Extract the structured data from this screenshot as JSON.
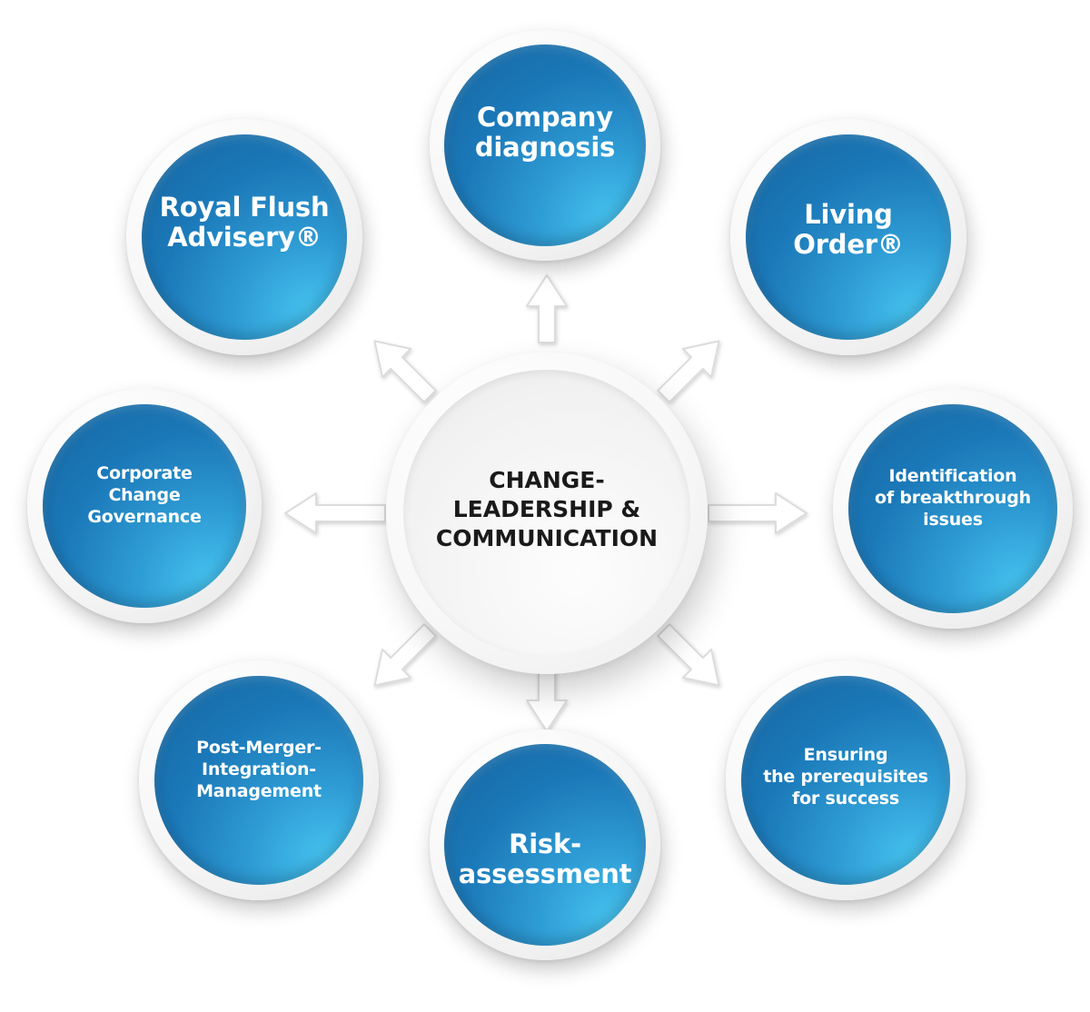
{
  "center": {
    "label": "CHANGE-\nLEADERSHIP &\nCOMMUNICATION"
  },
  "nodes": [
    {
      "id": "company-diagnosis",
      "label": "Company\ndiagnosis"
    },
    {
      "id": "living-order",
      "label": "Living\nOrder®"
    },
    {
      "id": "identification-breakthrough",
      "label": "Identification\nof breakthrough\nissues"
    },
    {
      "id": "ensuring-prerequisites",
      "label": "Ensuring\nthe prerequisites\nfor success"
    },
    {
      "id": "risk-assessment",
      "label": "Risk-\nassessment"
    },
    {
      "id": "post-merger",
      "label": "Post-Merger-\nIntegration-\nManagement"
    },
    {
      "id": "corporate-change-governance",
      "label": "Corporate\nChange\nGovernance"
    },
    {
      "id": "royal-flush",
      "label": "Royal Flush\nAdvisery®"
    }
  ],
  "colors": {
    "disc_dark": "#16659f",
    "disc_light": "#45c2ee",
    "center_text": "#1a1a1a",
    "arrow_fill": "#ffffff",
    "arrow_stroke": "#dcdcdc"
  }
}
